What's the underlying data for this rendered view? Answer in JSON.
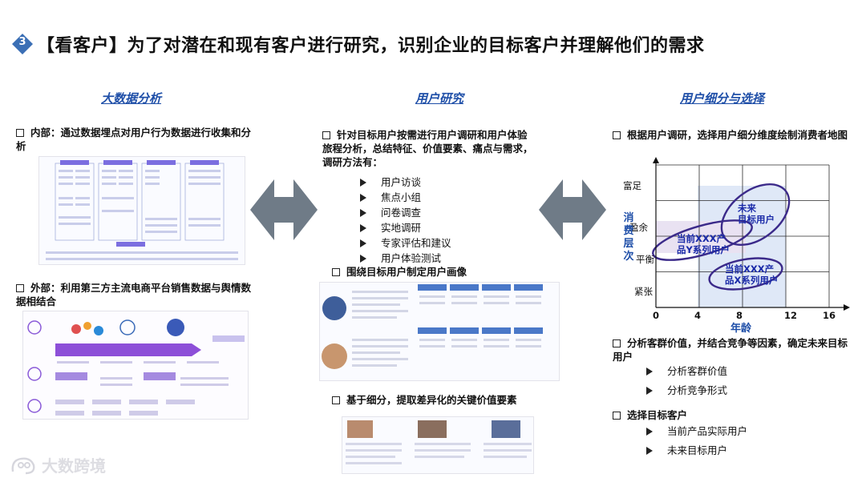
{
  "title": {
    "badge": "3",
    "text": "【看客户】为了对潜在和现有客户进行研究，识别企业的目标客户并理解他们的需求"
  },
  "columns": {
    "left": {
      "heading": "大数据分析",
      "bullet1": "内部：通过数据埋点对用户行为数据进行收集和分析",
      "bullet2": "外部：利用第三方主流电商平台销售数据与舆情数据相结合"
    },
    "middle": {
      "heading": "用户研究",
      "bullet1": "针对目标用户按需进行用户调研和用户体验旅程分析，总结特征、价值要素、痛点与需求，调研方法有：",
      "methods": [
        "用户访谈",
        "焦点小组",
        "问卷调查",
        "实地调研",
        "专家评估和建议",
        "用户体验测试"
      ],
      "bullet2": "围绕目标用户制定用户画像",
      "bullet3": "基于细分，提取差异化的关键价值要素"
    },
    "right": {
      "heading": "用户细分与选择",
      "bullet1": "根据用户调研，选择用户细分维度绘制消费者地图",
      "bullet2": "分析客群价值，并结合竞争等因素，确定未来目标用户",
      "analysis": [
        "分析客群价值",
        "分析竞争形式"
      ],
      "bullet3": "选择目标客户",
      "select": [
        "当前产品实际用户",
        "未来目标用户"
      ]
    }
  },
  "chart_data": {
    "type": "scatter",
    "xlabel": "年龄",
    "ylabel": "消费层次",
    "x_ticks": [
      "0",
      "4",
      "8",
      "12",
      "16"
    ],
    "y_ticks": [
      "富足",
      "盈余",
      "平衡",
      "紧张"
    ],
    "annotations": [
      {
        "label_line1": "未来",
        "label_line2": "目标用户"
      },
      {
        "label_line1": "当前XXX产",
        "label_line2": "品Y系列用户"
      },
      {
        "label_line1": "当前XXX产",
        "label_line2": "品X系列用户"
      }
    ]
  },
  "watermark": "大数跨境",
  "colors": {
    "heading": "#1f4fa8",
    "chart_ellipse": "#3b2a8a",
    "chart_label": "#1a2aa8",
    "arrow": "#6f7b87"
  }
}
